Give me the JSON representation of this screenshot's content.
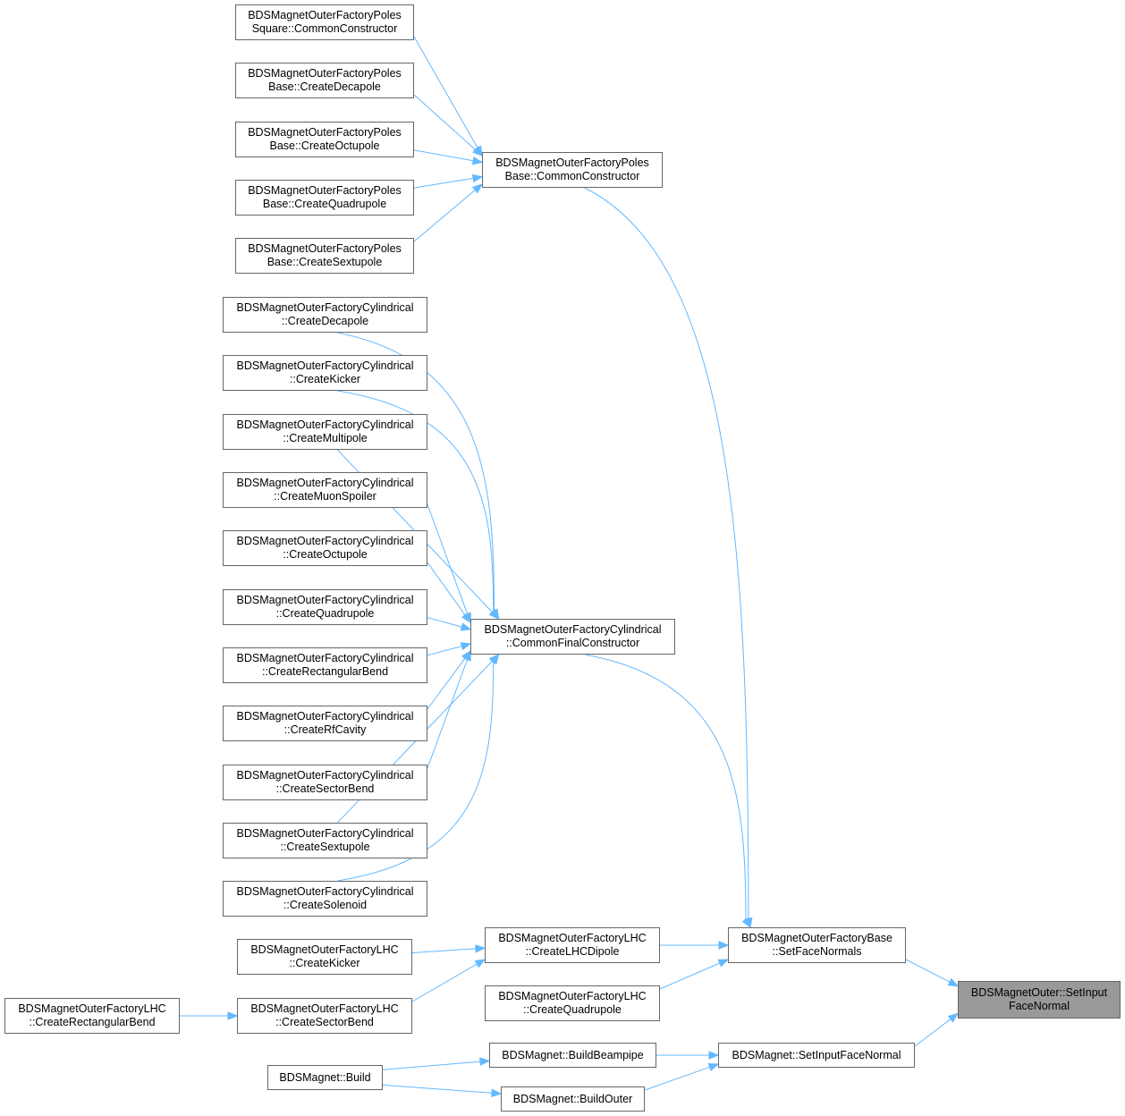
{
  "colors": {
    "edge": "#63b8ff",
    "node_border": "#666666",
    "target_fill": "#999999"
  },
  "nodes": {
    "n_poles_square_cc": [
      "BDSMagnetOuterFactoryPoles",
      "Square::CommonConstructor"
    ],
    "n_poles_decapole": [
      "BDSMagnetOuterFactoryPoles",
      "Base::CreateDecapole"
    ],
    "n_poles_octupole": [
      "BDSMagnetOuterFactoryPoles",
      "Base::CreateOctupole"
    ],
    "n_poles_quadrupole": [
      "BDSMagnetOuterFactoryPoles",
      "Base::CreateQuadrupole"
    ],
    "n_poles_sextupole": [
      "BDSMagnetOuterFactoryPoles",
      "Base::CreateSextupole"
    ],
    "n_poles_base_cc": [
      "BDSMagnetOuterFactoryPoles",
      "Base::CommonConstructor"
    ],
    "n_cyl_decapole": [
      "BDSMagnetOuterFactoryCylindrical",
      "::CreateDecapole"
    ],
    "n_cyl_kicker": [
      "BDSMagnetOuterFactoryCylindrical",
      "::CreateKicker"
    ],
    "n_cyl_multipole": [
      "BDSMagnetOuterFactoryCylindrical",
      "::CreateMultipole"
    ],
    "n_cyl_muonspoiler": [
      "BDSMagnetOuterFactoryCylindrical",
      "::CreateMuonSpoiler"
    ],
    "n_cyl_octupole": [
      "BDSMagnetOuterFactoryCylindrical",
      "::CreateOctupole"
    ],
    "n_cyl_quadrupole": [
      "BDSMagnetOuterFactoryCylindrical",
      "::CreateQuadrupole"
    ],
    "n_cyl_rectbend": [
      "BDSMagnetOuterFactoryCylindrical",
      "::CreateRectangularBend"
    ],
    "n_cyl_rfcavity": [
      "BDSMagnetOuterFactoryCylindrical",
      "::CreateRfCavity"
    ],
    "n_cyl_sectorbend": [
      "BDSMagnetOuterFactoryCylindrical",
      "::CreateSectorBend"
    ],
    "n_cyl_sextupole": [
      "BDSMagnetOuterFactoryCylindrical",
      "::CreateSextupole"
    ],
    "n_cyl_solenoid": [
      "BDSMagnetOuterFactoryCylindrical",
      "::CreateSolenoid"
    ],
    "n_cyl_common_final": [
      "BDSMagnetOuterFactoryCylindrical",
      "::CommonFinalConstructor"
    ],
    "n_lhc_kicker": [
      "BDSMagnetOuterFactoryLHC",
      "::CreateKicker"
    ],
    "n_lhc_rectbend": [
      "BDSMagnetOuterFactoryLHC",
      "::CreateRectangularBend"
    ],
    "n_lhc_sectorbend": [
      "BDSMagnetOuterFactoryLHC",
      "::CreateSectorBend"
    ],
    "n_lhc_dipole": [
      "BDSMagnetOuterFactoryLHC",
      "::CreateLHCDipole"
    ],
    "n_lhc_quadrupole": [
      "BDSMagnetOuterFactoryLHC",
      "::CreateQuadrupole"
    ],
    "n_base_setfacenormals": [
      "BDSMagnetOuterFactoryBase",
      "::SetFaceNormals"
    ],
    "n_magnet_build": [
      "BDSMagnet::Build"
    ],
    "n_magnet_buildbeampipe": [
      "BDSMagnet::BuildBeampipe"
    ],
    "n_magnet_buildouter": [
      "BDSMagnet::BuildOuter"
    ],
    "n_magnet_setinputfacenormal": [
      "BDSMagnet::SetInputFaceNormal"
    ],
    "n_target": [
      "BDSMagnetOuter::SetInput",
      "FaceNormal"
    ]
  },
  "edges": [
    [
      "n_poles_square_cc",
      "n_poles_base_cc"
    ],
    [
      "n_poles_decapole",
      "n_poles_base_cc"
    ],
    [
      "n_poles_octupole",
      "n_poles_base_cc"
    ],
    [
      "n_poles_quadrupole",
      "n_poles_base_cc"
    ],
    [
      "n_poles_sextupole",
      "n_poles_base_cc"
    ],
    [
      "n_cyl_decapole",
      "n_cyl_common_final"
    ],
    [
      "n_cyl_kicker",
      "n_cyl_common_final"
    ],
    [
      "n_cyl_multipole",
      "n_cyl_common_final"
    ],
    [
      "n_cyl_muonspoiler",
      "n_cyl_common_final"
    ],
    [
      "n_cyl_octupole",
      "n_cyl_common_final"
    ],
    [
      "n_cyl_quadrupole",
      "n_cyl_common_final"
    ],
    [
      "n_cyl_rectbend",
      "n_cyl_common_final"
    ],
    [
      "n_cyl_rfcavity",
      "n_cyl_common_final"
    ],
    [
      "n_cyl_sectorbend",
      "n_cyl_common_final"
    ],
    [
      "n_cyl_sextupole",
      "n_cyl_common_final"
    ],
    [
      "n_cyl_solenoid",
      "n_cyl_common_final"
    ],
    [
      "n_poles_base_cc",
      "n_base_setfacenormals"
    ],
    [
      "n_cyl_common_final",
      "n_base_setfacenormals"
    ],
    [
      "n_lhc_kicker",
      "n_lhc_dipole"
    ],
    [
      "n_lhc_rectbend",
      "n_lhc_sectorbend"
    ],
    [
      "n_lhc_sectorbend",
      "n_lhc_dipole"
    ],
    [
      "n_lhc_dipole",
      "n_base_setfacenormals"
    ],
    [
      "n_lhc_quadrupole",
      "n_base_setfacenormals"
    ],
    [
      "n_base_setfacenormals",
      "n_target"
    ],
    [
      "n_magnet_build",
      "n_magnet_buildbeampipe"
    ],
    [
      "n_magnet_build",
      "n_magnet_buildouter"
    ],
    [
      "n_magnet_buildbeampipe",
      "n_magnet_setinputfacenormal"
    ],
    [
      "n_magnet_buildouter",
      "n_magnet_setinputfacenormal"
    ],
    [
      "n_magnet_setinputfacenormal",
      "n_target"
    ]
  ]
}
